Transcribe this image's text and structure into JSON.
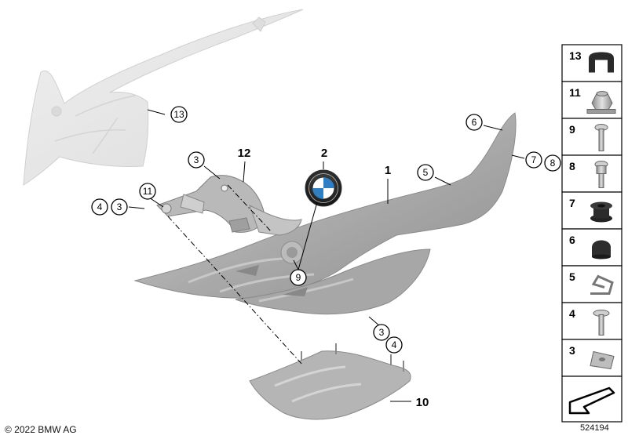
{
  "callouts": {
    "c13_ghost": "13",
    "c3_bracket": "3",
    "c11": "11",
    "c4_left": "4",
    "c3_left": "3",
    "c9": "9",
    "c5": "5",
    "c6": "6",
    "c7": "7",
    "c8": "8",
    "c3_low": "3",
    "c4_low": "4"
  },
  "labels": {
    "bracket": "12",
    "emblem": "2",
    "panel": "1",
    "lower_cover": "10"
  },
  "parts_column": [
    {
      "label": "13",
      "icon": "edge-trim-profile-icon"
    },
    {
      "label": "11",
      "icon": "hex-nut-icon"
    },
    {
      "label": "9",
      "icon": "screw-icon"
    },
    {
      "label": "8",
      "icon": "collar-screw-icon"
    },
    {
      "label": "7",
      "icon": "rubber-grommet-icon"
    },
    {
      "label": "6",
      "icon": "rubber-buffer-icon"
    },
    {
      "label": "5",
      "icon": "spring-clip-icon"
    },
    {
      "label": "4",
      "icon": "flange-screw-icon"
    },
    {
      "label": "3",
      "icon": "speed-nut-icon"
    },
    {
      "label": "",
      "icon": "arrow-sign-icon"
    }
  ],
  "footer": {
    "copyright": "© 2022 BMW AG",
    "diagram_id": "524194"
  },
  "colors": {
    "panel": "#b4b4b4",
    "ghost": "#e6e6e6",
    "part": "#a9a9a9"
  }
}
